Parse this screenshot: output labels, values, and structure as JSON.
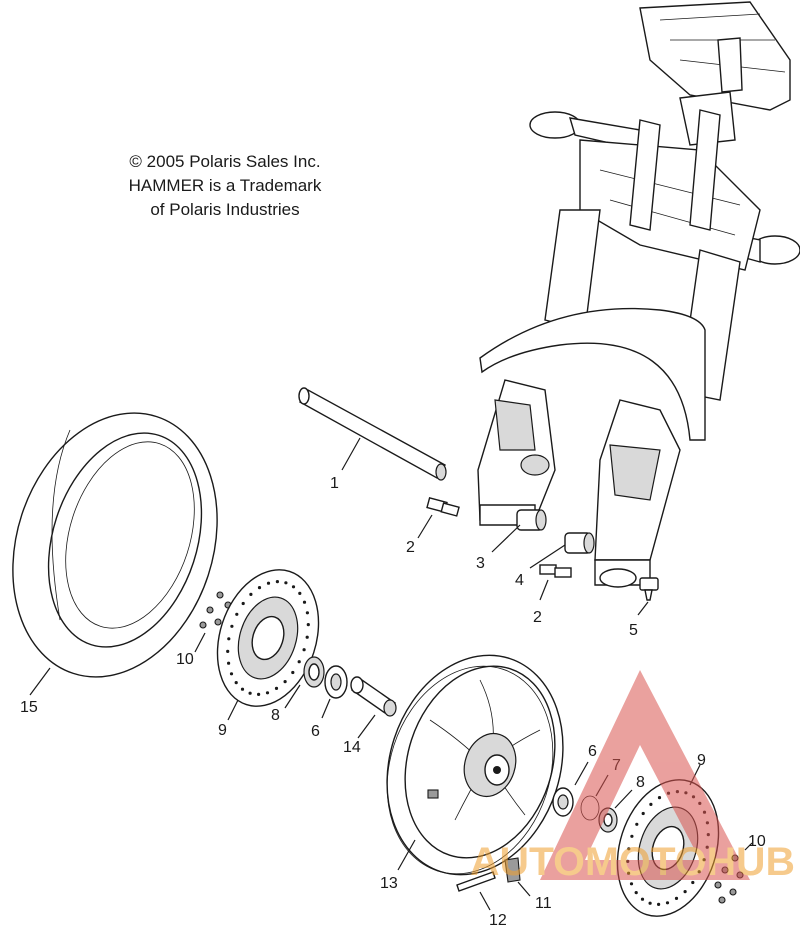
{
  "copyright": {
    "line1": "© 2005 Polaris Sales Inc.",
    "line2": "HAMMER is a Trademark",
    "line3": "of Polaris Industries"
  },
  "callouts": {
    "c1": "1",
    "c2a": "2",
    "c2b": "2",
    "c3": "3",
    "c4": "4",
    "c5": "5",
    "c6a": "6",
    "c6b": "6",
    "c7": "7",
    "c8a": "8",
    "c8b": "8",
    "c9a": "9",
    "c9b": "9",
    "c10a": "10",
    "c10b": "10",
    "c11": "11",
    "c12": "12",
    "c13": "13",
    "c14": "14",
    "c15": "15"
  },
  "watermark": {
    "text": "AUTOMOTOHUB",
    "colors": {
      "triangle": "#d9534f",
      "text": "#f0a030"
    }
  }
}
